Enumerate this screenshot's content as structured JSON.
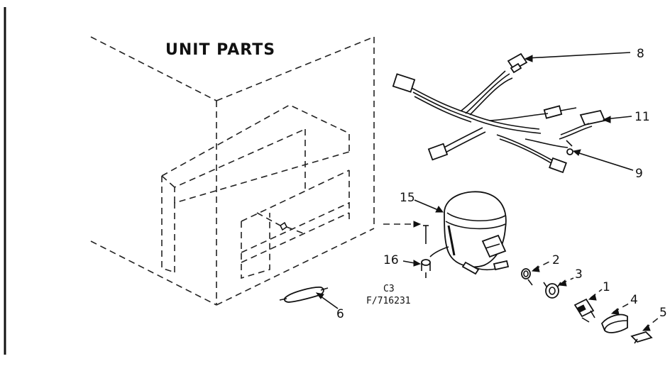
{
  "title": "UNIT PARTS",
  "model_code_line1": "C3",
  "model_code_line2": "F/716231",
  "callouts": {
    "c1": "1",
    "c2": "2",
    "c3": "3",
    "c4": "4",
    "c5": "5",
    "c6": "6",
    "c8": "8",
    "c9": "9",
    "c11": "11",
    "c15": "15",
    "c16": "16"
  }
}
